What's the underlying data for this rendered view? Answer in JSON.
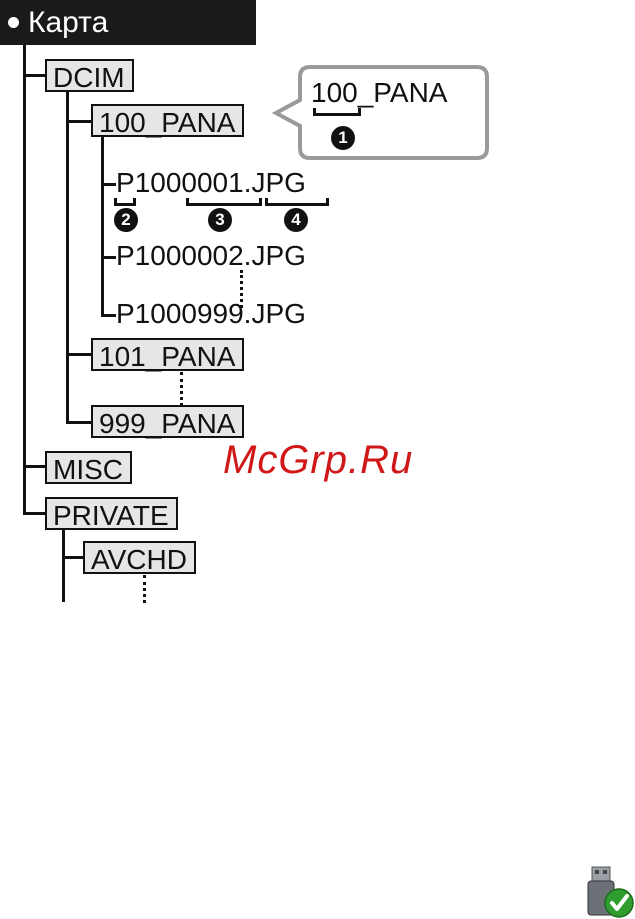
{
  "header": {
    "title": "Карта"
  },
  "tree": {
    "dcim": "DCIM",
    "folder_100": "100_PANA",
    "folder_101": "101_PANA",
    "folder_999": "999_PANA",
    "misc": "MISC",
    "private": "PRIVATE",
    "avchd": "AVCHD"
  },
  "files": {
    "file1_prefix": "P",
    "file1_number": "1000001",
    "file1_ext": ".JPG",
    "file2": "P1000002.JPG",
    "file3": "P1000999.JPG"
  },
  "callout": {
    "text": "100_PANA"
  },
  "markers": {
    "m1": "1",
    "m2": "2",
    "m3": "3",
    "m4": "4"
  },
  "watermark": "McGrp.Ru",
  "icon": "usb-drive-check-icon"
}
